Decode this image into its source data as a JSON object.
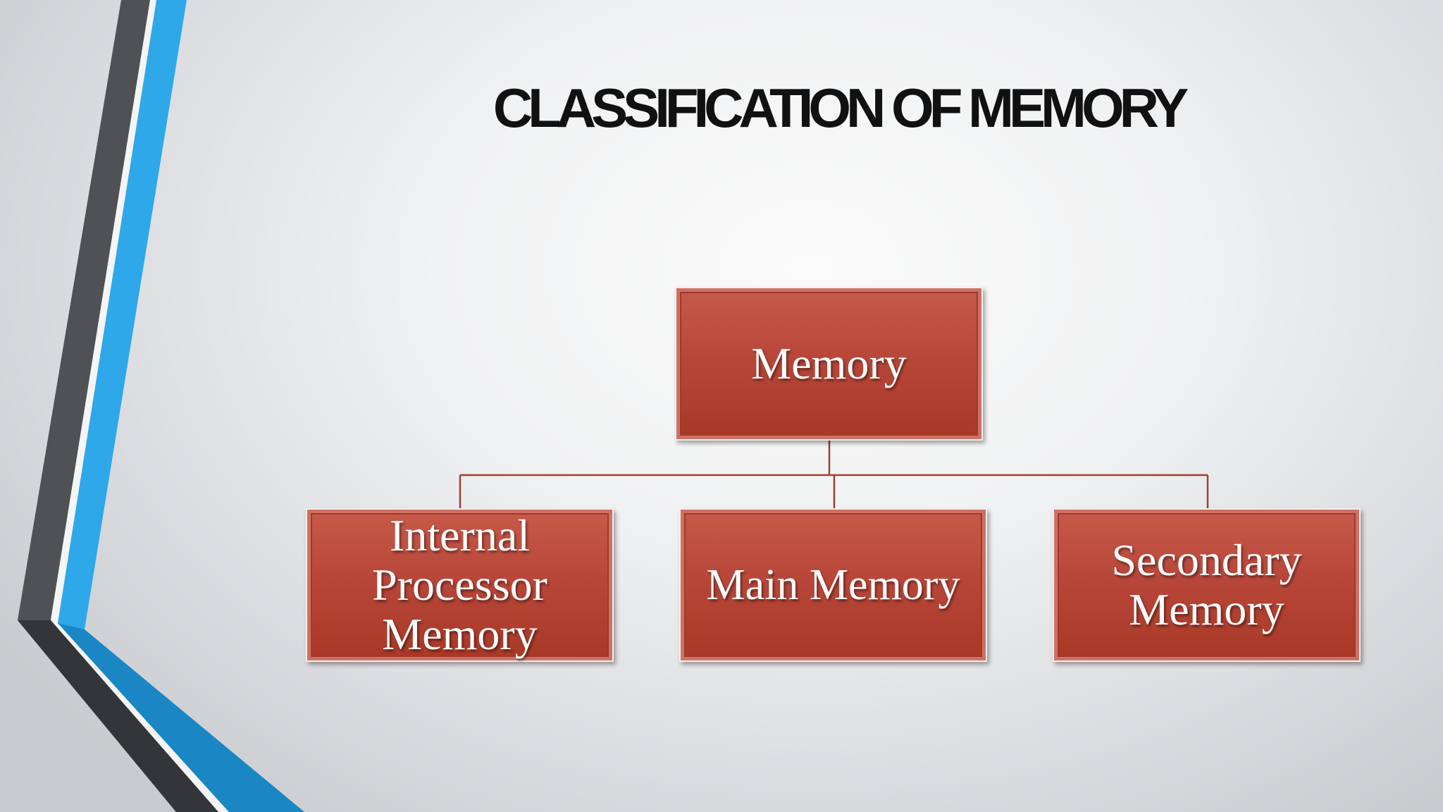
{
  "slide": {
    "title": "CLASSIFICATION OF MEMORY"
  },
  "diagram": {
    "root": "Memory",
    "children": [
      "Internal Processor Memory",
      "Main Memory",
      "Secondary Memory"
    ]
  },
  "colors": {
    "node_fill": "#b8473a",
    "connector": "#a0402f",
    "accent_blue": "#2ea8e8",
    "accent_gray": "#4d4f52",
    "title_text": "#111111"
  }
}
